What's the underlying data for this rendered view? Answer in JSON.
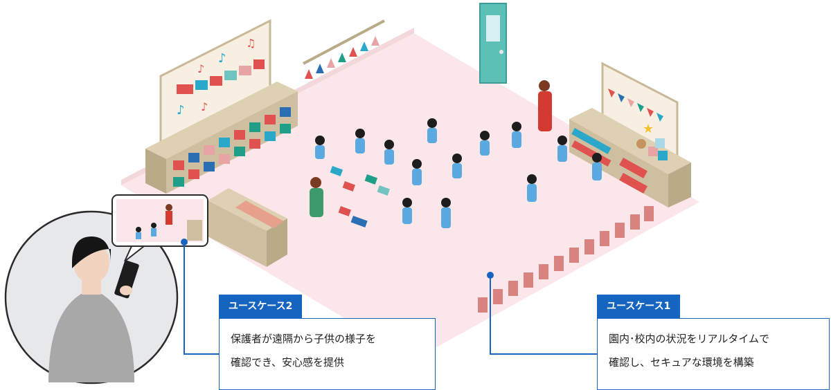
{
  "usecases": [
    {
      "tag": "ユースケース2",
      "lines": [
        "保護者が遠隔から子供の様子を",
        "確認でき、安心感を提供"
      ]
    },
    {
      "tag": "ユースケース1",
      "lines": [
        "園内･校内の状況をリアルタイムで",
        "確認し、セキュアな環境を構築"
      ]
    }
  ],
  "colors": {
    "accent": "#1565c0",
    "floor": "#fbe7e9",
    "wall_board": "#f6efe2",
    "shelf": "#cdbf9f"
  },
  "icons": [
    "music-note-icon",
    "train-icon",
    "star-icon",
    "teddy-bear-icon",
    "abc-blocks-icon",
    "tablet-icon"
  ]
}
